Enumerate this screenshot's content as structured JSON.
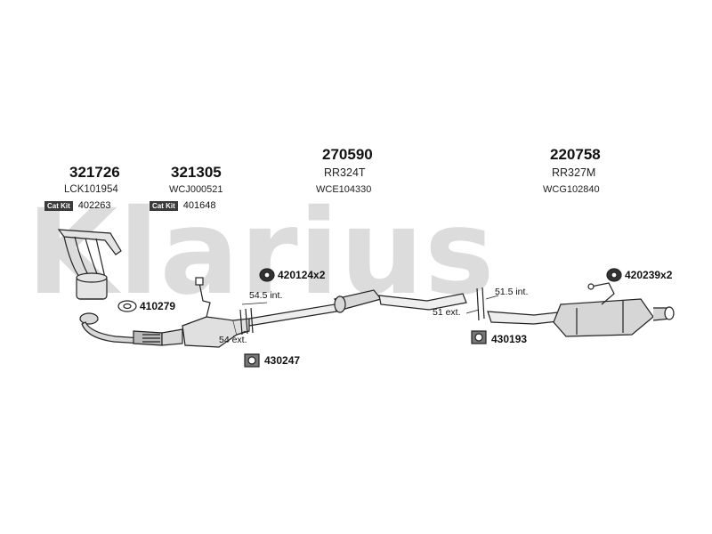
{
  "watermark": "Klarius",
  "headers": [
    {
      "part": "321726",
      "code": "LCK101954"
    },
    {
      "part": "321305",
      "code": "WCJ000521"
    },
    {
      "part": "270590",
      "code": "RR324T",
      "code2": "WCE104330"
    },
    {
      "part": "220758",
      "code": "RR327M",
      "code2": "WCG102840"
    }
  ],
  "kits": [
    {
      "tag": "Cat Kit",
      "num": "402263"
    },
    {
      "tag": "Cat Kit",
      "num": "401648"
    }
  ],
  "refs": {
    "r1": "420124x2",
    "r2": "420239x2",
    "r3": "410279",
    "r4": "430193",
    "r5": "430247"
  },
  "dims": {
    "d1": "54.5 int.",
    "d2": "54 ext.",
    "d3": "51.5 int.",
    "d4": "51 ext."
  },
  "colors": {
    "watermark": "#dcdcdc",
    "line": "#222222",
    "part_fill": "#d6d6d6"
  }
}
